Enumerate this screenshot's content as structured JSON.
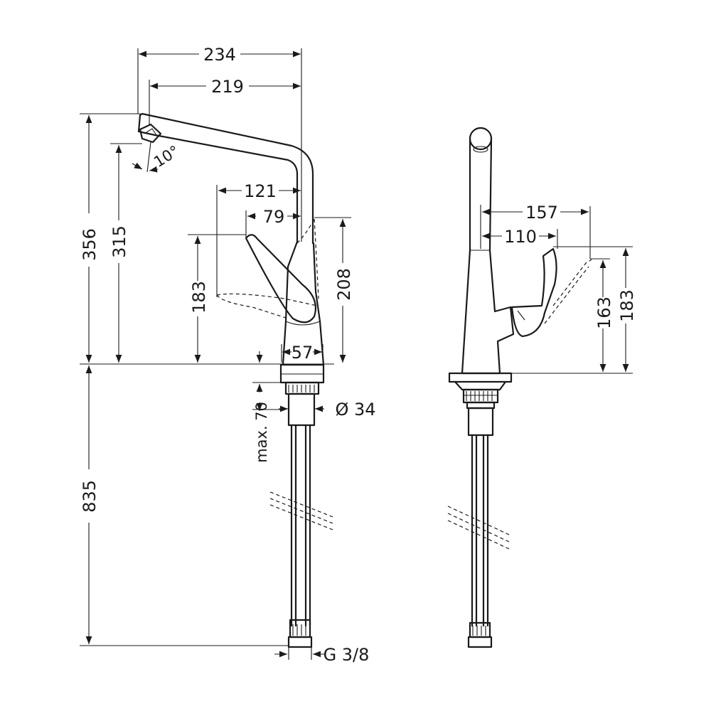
{
  "side_view": {
    "width_234": "234",
    "width_219": "219",
    "height_356": "356",
    "height_315": "315",
    "angle_10": "10°",
    "lever_121": "121",
    "lever_79": "79",
    "lever_183": "183",
    "body_208": "208",
    "base_57": "57",
    "max_70": "max. 70",
    "diameter_34": "Ø 34",
    "hose_835": "835",
    "thread_g38": "G 3/8"
  },
  "front_view": {
    "reach_157": "157",
    "reach_110": "110",
    "height_163": "163",
    "height_183": "183"
  }
}
